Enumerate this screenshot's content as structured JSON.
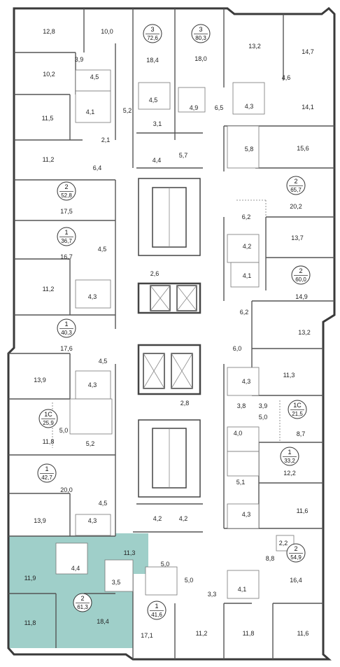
{
  "highlight_color": "#9fcfc9",
  "rooms": [
    {
      "id": "r1",
      "label": "12,8"
    },
    {
      "id": "r2",
      "label": "10,0"
    },
    {
      "id": "r3",
      "label": "18,4"
    },
    {
      "id": "r4",
      "label": "18,0"
    },
    {
      "id": "r5",
      "label": "13,2"
    },
    {
      "id": "r6",
      "label": "14,7"
    },
    {
      "id": "r7",
      "label": "3,9"
    },
    {
      "id": "r8",
      "label": "10,2"
    },
    {
      "id": "r9",
      "label": "4,5"
    },
    {
      "id": "r10",
      "label": "4,5"
    },
    {
      "id": "r11",
      "label": "4,9"
    },
    {
      "id": "r12",
      "label": "6,5"
    },
    {
      "id": "r13",
      "label": "4,6"
    },
    {
      "id": "r14",
      "label": "4,3"
    },
    {
      "id": "r15",
      "label": "14,1"
    },
    {
      "id": "r16",
      "label": "11,5"
    },
    {
      "id": "r17",
      "label": "4,1"
    },
    {
      "id": "r18",
      "label": "5,2"
    },
    {
      "id": "r19",
      "label": "3,1"
    },
    {
      "id": "r20",
      "label": "2,1"
    },
    {
      "id": "r21",
      "label": "5,8"
    },
    {
      "id": "r22",
      "label": "15,6"
    },
    {
      "id": "r23",
      "label": "11,2"
    },
    {
      "id": "r24",
      "label": "6,4"
    },
    {
      "id": "r25",
      "label": "4,4"
    },
    {
      "id": "r26",
      "label": "5,7"
    },
    {
      "id": "r27",
      "label": "17,5"
    },
    {
      "id": "r28",
      "label": "20,2"
    },
    {
      "id": "r29",
      "label": "6,2"
    },
    {
      "id": "r30",
      "label": "16,7"
    },
    {
      "id": "r31",
      "label": "4,2"
    },
    {
      "id": "r32",
      "label": "13,7"
    },
    {
      "id": "r33",
      "label": "4,5"
    },
    {
      "id": "r34",
      "label": "2,6"
    },
    {
      "id": "r35",
      "label": "4,1"
    },
    {
      "id": "r36",
      "label": "11,2"
    },
    {
      "id": "r37",
      "label": "4,3"
    },
    {
      "id": "r38",
      "label": "14,9"
    },
    {
      "id": "r39",
      "label": "6,2"
    },
    {
      "id": "r40",
      "label": "13,2"
    },
    {
      "id": "r41",
      "label": "17,6"
    },
    {
      "id": "r42",
      "label": "6,0"
    },
    {
      "id": "r43",
      "label": "4,5"
    },
    {
      "id": "r44",
      "label": "13,9"
    },
    {
      "id": "r45",
      "label": "4,3"
    },
    {
      "id": "r46",
      "label": "4,3"
    },
    {
      "id": "r47",
      "label": "11,3"
    },
    {
      "id": "r48",
      "label": "3,9"
    },
    {
      "id": "r49",
      "label": "2,8"
    },
    {
      "id": "r50",
      "label": "3,8"
    },
    {
      "id": "r51",
      "label": "5,0"
    },
    {
      "id": "r52",
      "label": "5,0"
    },
    {
      "id": "r53",
      "label": "11,8"
    },
    {
      "id": "r54",
      "label": "5,2"
    },
    {
      "id": "r55",
      "label": "4,0"
    },
    {
      "id": "r56",
      "label": "8,7"
    },
    {
      "id": "r57",
      "label": "12,2"
    },
    {
      "id": "r58",
      "label": "20,0"
    },
    {
      "id": "r59",
      "label": "5,1"
    },
    {
      "id": "r60",
      "label": "11,6"
    },
    {
      "id": "r61",
      "label": "4,5"
    },
    {
      "id": "r62",
      "label": "13,9"
    },
    {
      "id": "r63",
      "label": "4,3"
    },
    {
      "id": "r64",
      "label": "4,2"
    },
    {
      "id": "r65",
      "label": "4,2"
    },
    {
      "id": "r66",
      "label": "4,3"
    },
    {
      "id": "r67",
      "label": "2,2"
    },
    {
      "id": "r68",
      "label": "11,3"
    },
    {
      "id": "r69",
      "label": "8,8"
    },
    {
      "id": "r70",
      "label": "11,9"
    },
    {
      "id": "r71",
      "label": "4,4"
    },
    {
      "id": "r72",
      "label": "5,0"
    },
    {
      "id": "r73",
      "label": "3,5"
    },
    {
      "id": "r74",
      "label": "5,0"
    },
    {
      "id": "r75",
      "label": "4,1"
    },
    {
      "id": "r76",
      "label": "16,4"
    },
    {
      "id": "r77",
      "label": "3,3"
    },
    {
      "id": "r78",
      "label": "11,8"
    },
    {
      "id": "r79",
      "label": "18,4"
    },
    {
      "id": "r80",
      "label": "17,1"
    },
    {
      "id": "r81",
      "label": "11,2"
    },
    {
      "id": "r82",
      "label": "11,8"
    },
    {
      "id": "r83",
      "label": "11,6"
    }
  ],
  "units": [
    {
      "id": "u1",
      "rooms": "3",
      "area": "72,6"
    },
    {
      "id": "u2",
      "rooms": "3",
      "area": "80,3"
    },
    {
      "id": "u3",
      "rooms": "2",
      "area": "52,8"
    },
    {
      "id": "u4",
      "rooms": "2",
      "area": "65,7"
    },
    {
      "id": "u5",
      "rooms": "1",
      "area": "36,7"
    },
    {
      "id": "u6",
      "rooms": "2",
      "area": "60,0"
    },
    {
      "id": "u7",
      "rooms": "1",
      "area": "40,3"
    },
    {
      "id": "u8",
      "rooms": "1С",
      "area": "25,9"
    },
    {
      "id": "u9",
      "rooms": "1С",
      "area": "21,5"
    },
    {
      "id": "u10",
      "rooms": "1",
      "area": "33,2"
    },
    {
      "id": "u11",
      "rooms": "1",
      "area": "42,7"
    },
    {
      "id": "u12",
      "rooms": "2",
      "area": "54,9"
    },
    {
      "id": "u13",
      "rooms": "2",
      "area": "61,3",
      "highlighted": true
    },
    {
      "id": "u14",
      "rooms": "1",
      "area": "41,6"
    }
  ]
}
